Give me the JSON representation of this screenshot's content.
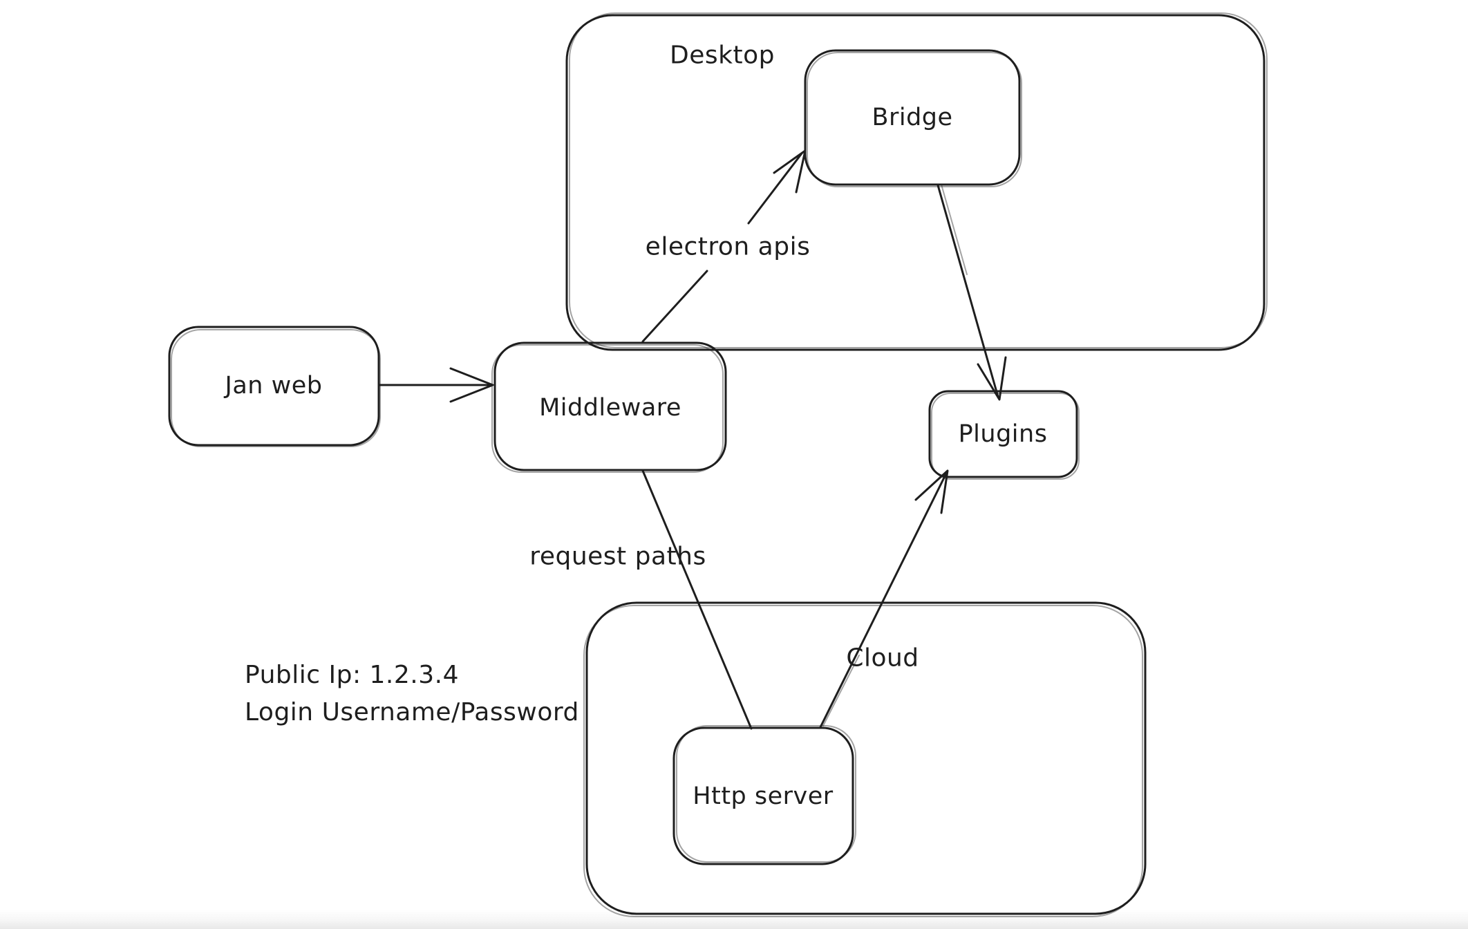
{
  "diagram": {
    "colors": {
      "stroke": "#1e1e1e",
      "background": "#ffffff"
    },
    "containers": {
      "desktop": {
        "label": "Desktop"
      },
      "cloud": {
        "label": "Cloud"
      }
    },
    "nodes": {
      "jan_web": {
        "label": "Jan web"
      },
      "middleware": {
        "label": "Middleware"
      },
      "bridge": {
        "label": "Bridge"
      },
      "plugins": {
        "label": "Plugins"
      },
      "http_server": {
        "label": "Http server"
      }
    },
    "edge_labels": {
      "electron_apis": "electron apis",
      "request_paths": "request paths"
    },
    "edges": [
      {
        "from": "jan_web",
        "to": "middleware",
        "label": "",
        "arrowhead": "end"
      },
      {
        "from": "middleware",
        "to": "bridge",
        "label": "electron apis",
        "arrowhead": "end"
      },
      {
        "from": "bridge",
        "to": "plugins",
        "label": "",
        "arrowhead": "end"
      },
      {
        "from": "middleware",
        "to": "http_server",
        "label": "request paths",
        "arrowhead": "none"
      },
      {
        "from": "http_server",
        "to": "plugins",
        "label": "",
        "arrowhead": "end"
      }
    ],
    "annotations": {
      "public_ip": "Public Ip: 1.2.3.4",
      "login": "Login Username/Password"
    }
  }
}
